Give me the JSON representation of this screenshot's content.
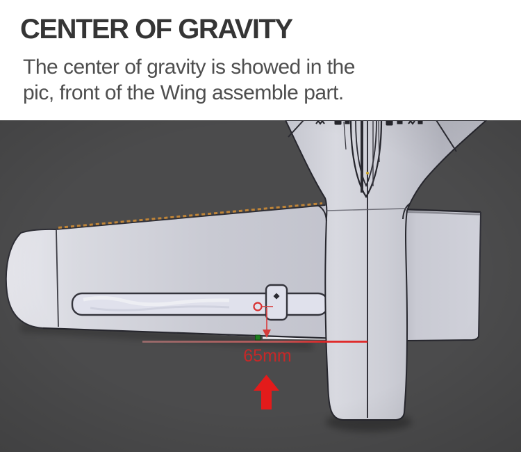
{
  "header": {
    "title": "CENTER OF GRAVITY",
    "description": [
      "The center of gravity is showed in the",
      "pic, front of the Wing assemble part."
    ]
  },
  "figure": {
    "measurement_label": "65mm",
    "colors": {
      "background": "#4b4b4c",
      "plane_light": "#cdced6",
      "outline": "#26262d",
      "annotation_red": "#d93030",
      "arrow_red": "#e31b1b",
      "serration_orange": "#c08538",
      "marker_green": "#1e7d1e"
    }
  }
}
